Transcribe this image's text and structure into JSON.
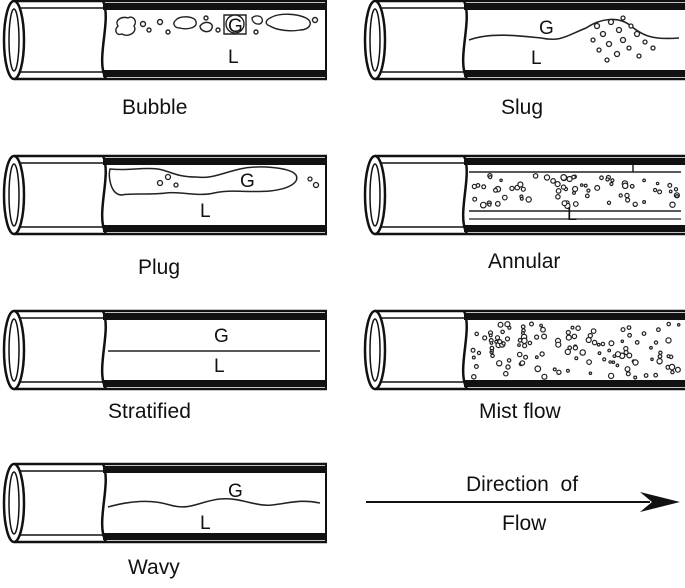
{
  "patterns": [
    {
      "id": "bubble",
      "caption": "Bubble",
      "gas": "G",
      "liquid": "L"
    },
    {
      "id": "slug",
      "caption": "Slug",
      "gas": "G",
      "liquid": "L"
    },
    {
      "id": "plug",
      "caption": "Plug",
      "gas": "G",
      "liquid": "L"
    },
    {
      "id": "annular",
      "caption": "Annular",
      "gas": "",
      "liquid": "L"
    },
    {
      "id": "stratified",
      "caption": "Stratified",
      "gas": "G",
      "liquid": "L"
    },
    {
      "id": "mist",
      "caption": "Mist flow",
      "gas": "",
      "liquid": ""
    },
    {
      "id": "wavy",
      "caption": "Wavy",
      "gas": "G",
      "liquid": "L"
    }
  ],
  "direction": {
    "line1": "Direction  of",
    "line2": "Flow"
  }
}
